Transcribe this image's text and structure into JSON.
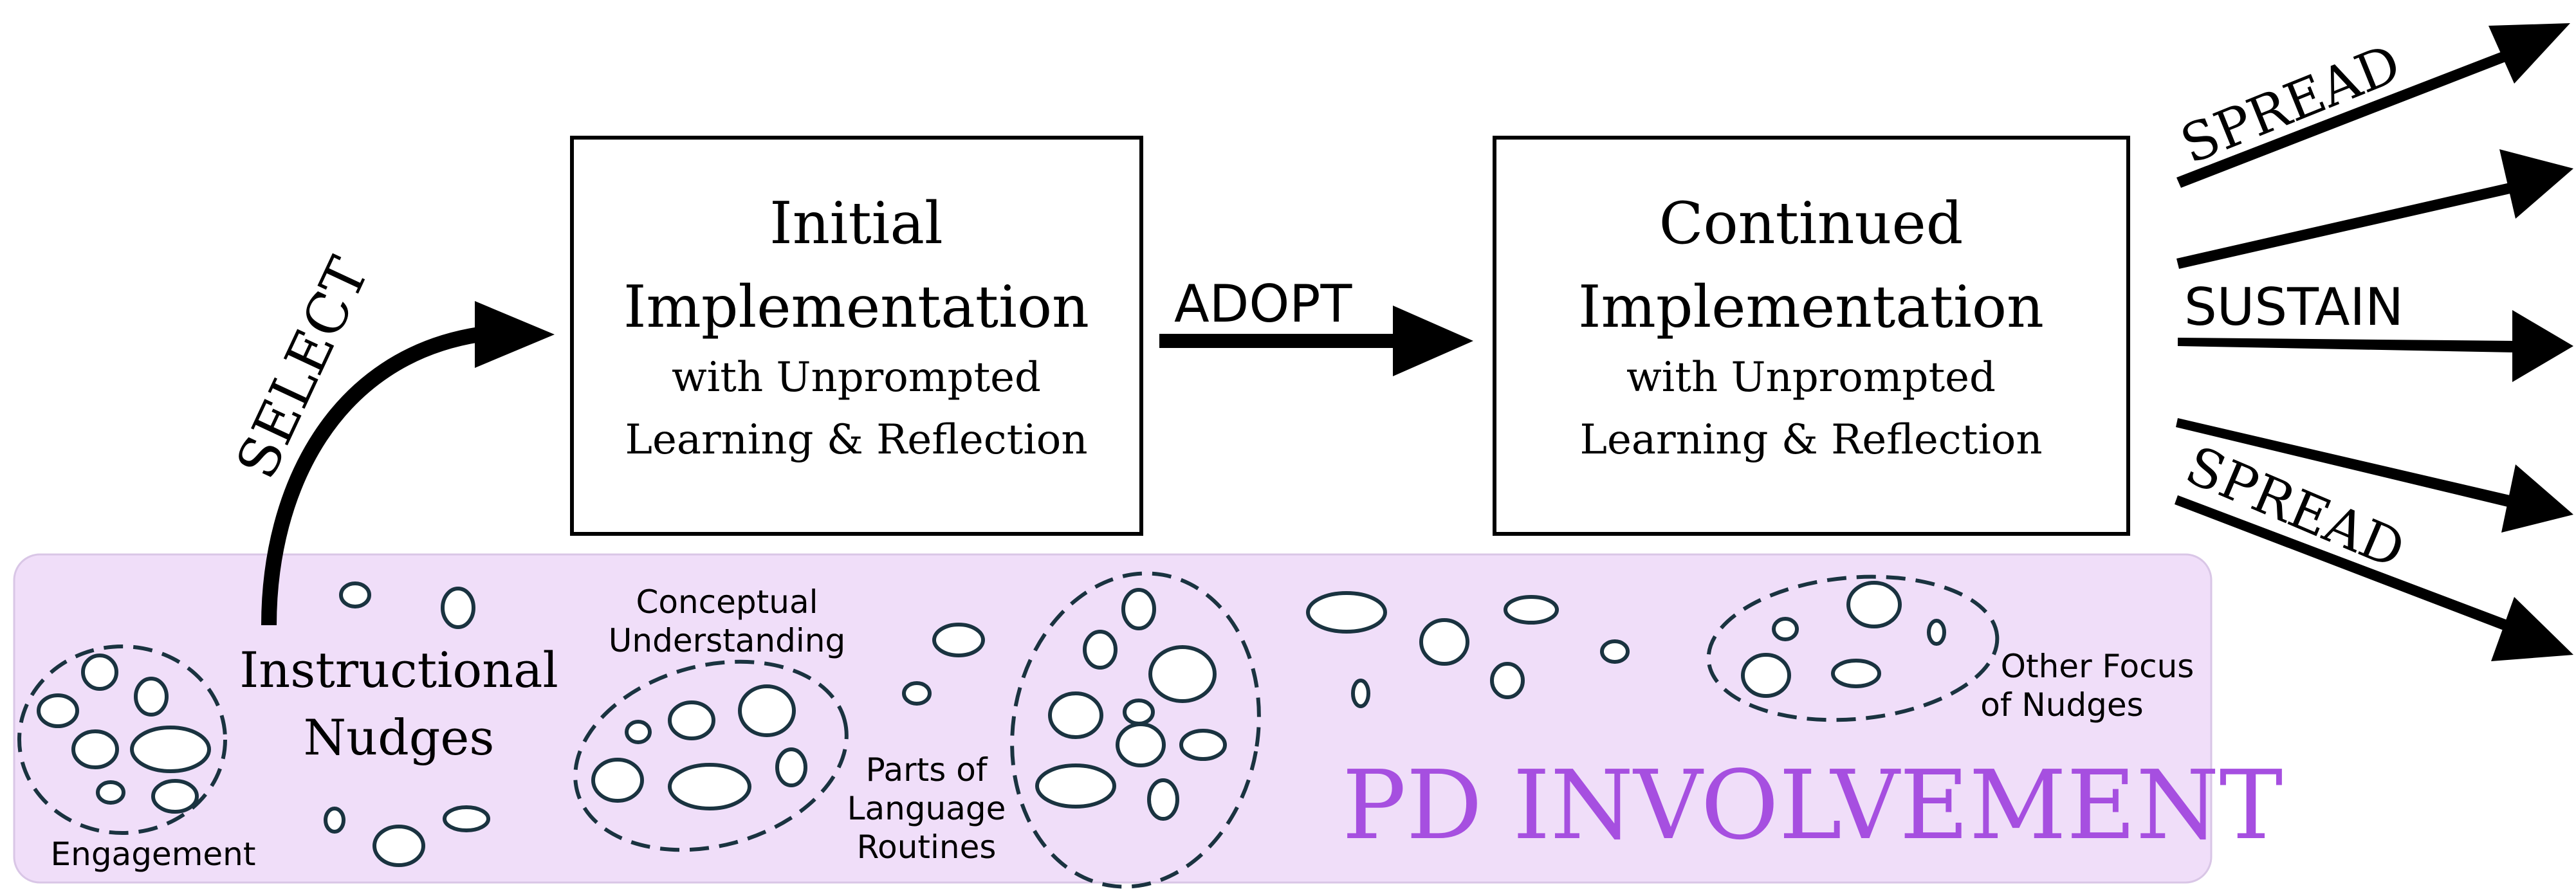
{
  "colors": {
    "band_fill": "#f0def9",
    "band_border": "#d9c6e6",
    "ink": "#000000",
    "bubble_stroke": "#1a3340",
    "pd_text": "#a64fe0"
  },
  "labels": {
    "select": "SELECT",
    "adopt": "ADOPT",
    "sustain": "SUSTAIN",
    "spread_top": "SPREAD",
    "spread_bottom": "SPREAD"
  },
  "boxes": {
    "initial": {
      "title_line1": "Initial",
      "title_line2": "Implementation",
      "sub_line1": "with Unprompted",
      "sub_line2": "Learning & Reflection"
    },
    "continued": {
      "title_line1": "Continued",
      "title_line2": "Implementation",
      "sub_line1": "with Unprompted",
      "sub_line2": "Learning & Reflection"
    }
  },
  "band": {
    "title": "PD INVOLVEMENT",
    "nudges_line1": "Instructional",
    "nudges_line2": "Nudges",
    "engagement": "Engagement",
    "conceptual_line1": "Conceptual",
    "conceptual_line2": "Understanding",
    "parts_line1": "Parts of",
    "parts_line2": "Language",
    "parts_line3": "Routines",
    "other_line1": "Other Focus",
    "other_line2": "of Nudges"
  },
  "icons": {
    "arrow": "arrow-right-icon",
    "bubble": "ellipse-bubble-icon"
  }
}
